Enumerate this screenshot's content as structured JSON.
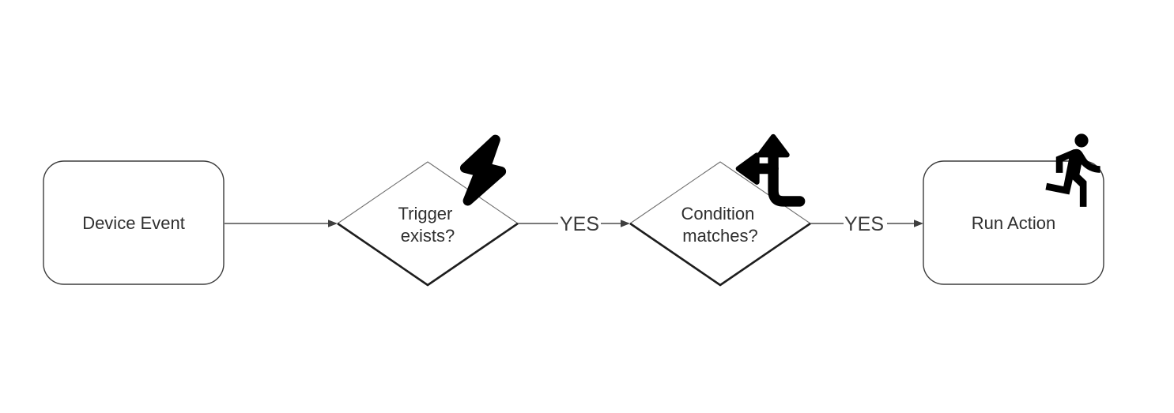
{
  "diagram": {
    "type": "flowchart",
    "direction": "left-to-right",
    "colors": {
      "background": "#ffffff",
      "text": "#2f2f2f",
      "edge": "#4d4d4d",
      "edge_label": "#3a3a3a",
      "shape_outline": "#3d3d3d",
      "diamond_edge_light": "#6f6f6f",
      "diamond_edge_heavy": "#1e1e1e",
      "icon": "#000000"
    },
    "nodes": [
      {
        "id": "device-event",
        "shape": "rounded-rectangle",
        "label": "Device Event",
        "icon": null
      },
      {
        "id": "trigger-exists",
        "shape": "diamond",
        "label": "Trigger exists?",
        "label_lines": [
          "Trigger",
          "exists?"
        ],
        "icon": "lightning-bolt"
      },
      {
        "id": "condition-matches",
        "shape": "diamond",
        "label": "Condition matches?",
        "label_lines": [
          "Condition",
          "matches?"
        ],
        "icon": "split-directions"
      },
      {
        "id": "run-action",
        "shape": "rounded-rectangle",
        "label": "Run Action",
        "icon": "running-person"
      }
    ],
    "edges": [
      {
        "from": "device-event",
        "to": "trigger-exists",
        "label": ""
      },
      {
        "from": "trigger-exists",
        "to": "condition-matches",
        "label": "YES"
      },
      {
        "from": "condition-matches",
        "to": "run-action",
        "label": "YES"
      }
    ]
  }
}
